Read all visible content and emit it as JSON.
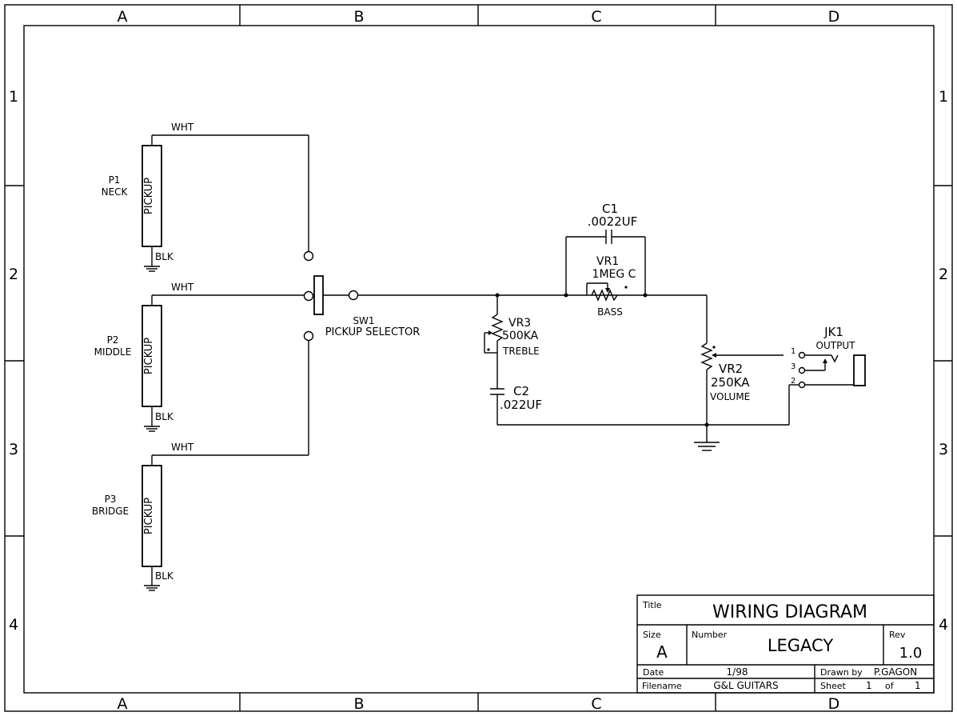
{
  "frame": {
    "cols": [
      "A",
      "B",
      "C",
      "D"
    ],
    "rows": [
      "1",
      "2",
      "3",
      "4"
    ]
  },
  "pickups": [
    {
      "ref": "P1",
      "name": "NECK",
      "body": "PICKUP",
      "hot": "WHT",
      "gnd": "BLK"
    },
    {
      "ref": "P2",
      "name": "MIDDLE",
      "body": "PICKUP",
      "hot": "WHT",
      "gnd": "BLK"
    },
    {
      "ref": "P3",
      "name": "BRIDGE",
      "body": "PICKUP",
      "hot": "WHT",
      "gnd": "BLK"
    }
  ],
  "switch": {
    "ref": "SW1",
    "name": "PICKUP SELECTOR"
  },
  "c1": {
    "ref": "C1",
    "value": ".0022UF"
  },
  "vr1": {
    "ref": "VR1",
    "value": "1MEG C",
    "name": "BASS"
  },
  "vr3": {
    "ref": "VR3",
    "value": "500KA",
    "name": "TREBLE"
  },
  "c2": {
    "ref": "C2",
    "value": ".022UF"
  },
  "vr2": {
    "ref": "VR2",
    "value": "250KA",
    "name": "VOLUME"
  },
  "jack": {
    "ref": "JK1",
    "name": "OUTPUT",
    "pins": [
      "1",
      "3",
      "2"
    ]
  },
  "titleblock": {
    "title_label": "Title",
    "title": "WIRING DIAGRAM",
    "size_label": "Size",
    "size": "A",
    "number_label": "Number",
    "number": "LEGACY",
    "rev_label": "Rev",
    "rev": "1.0",
    "date_label": "Date",
    "date": "1/98",
    "drawn_label": "Drawn by",
    "drawn": "P.GAGON",
    "filename_label": "Filename",
    "filename": "G&L GUITARS",
    "sheet_label": "Sheet",
    "sheet": "1",
    "of_label": "of",
    "of": "1"
  }
}
